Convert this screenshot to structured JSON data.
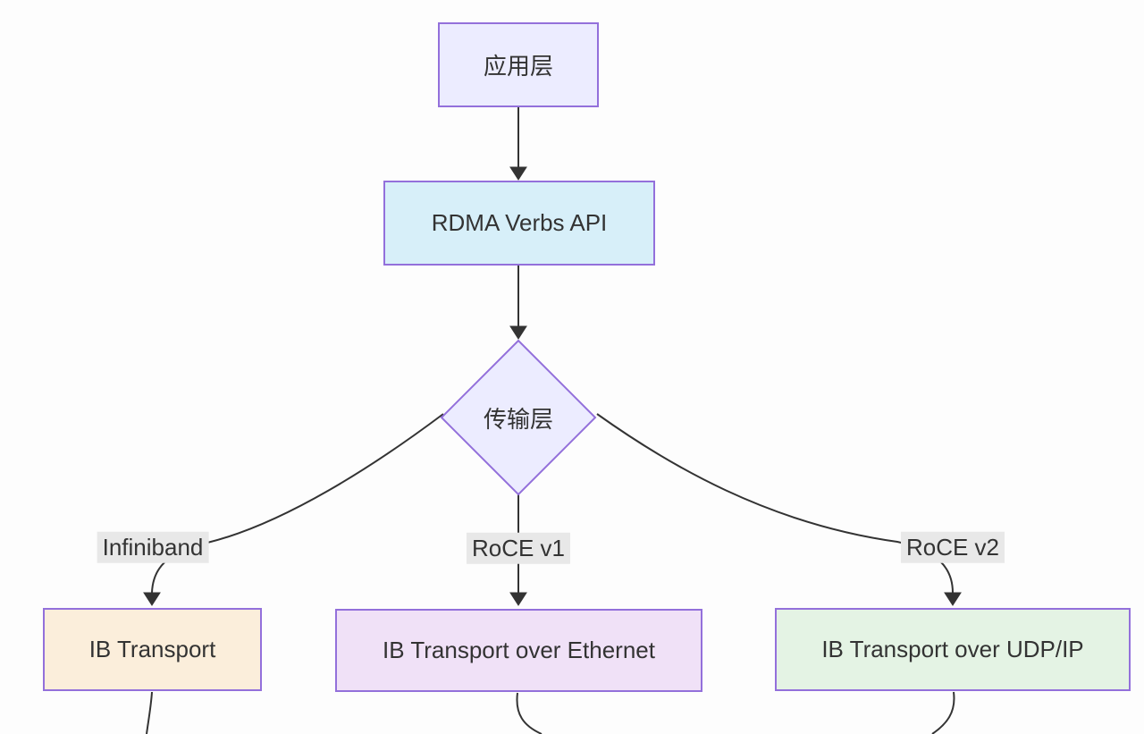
{
  "diagram": {
    "type": "flowchart",
    "direction": "top-down",
    "background": "#FDFDFD",
    "line_color": "#333333",
    "text_color": "#333333",
    "edge_label_background": "#E8E8E8",
    "node_border_color": "#9370DB",
    "nodes": {
      "app_layer": {
        "label": "应用层",
        "shape": "rectangle",
        "fill": "#ECECFF",
        "border": "#9370DB"
      },
      "verbs_api": {
        "label": "RDMA Verbs API",
        "shape": "rectangle",
        "fill": "#D7EFF9",
        "border": "#9370DB"
      },
      "transport_layer": {
        "label": "传输层",
        "shape": "diamond",
        "fill": "#ECECFF",
        "border": "#9370DB"
      },
      "ib_transport": {
        "label": "IB Transport",
        "shape": "rectangle",
        "fill": "#FBEEDB",
        "border": "#9370DB"
      },
      "ib_over_ethernet": {
        "label": "IB Transport over Ethernet",
        "shape": "rectangle",
        "fill": "#F0E1F7",
        "border": "#9370DB"
      },
      "ib_over_udp": {
        "label": "IB Transport over UDP/IP",
        "shape": "rectangle",
        "fill": "#E4F3E4",
        "border": "#9370DB"
      }
    },
    "edges": [
      {
        "from": "app_layer",
        "to": "verbs_api",
        "label": ""
      },
      {
        "from": "verbs_api",
        "to": "transport_layer",
        "label": ""
      },
      {
        "from": "transport_layer",
        "to": "ib_transport",
        "label": "Infiniband"
      },
      {
        "from": "transport_layer",
        "to": "ib_over_ethernet",
        "label": "RoCE v1"
      },
      {
        "from": "transport_layer",
        "to": "ib_over_udp",
        "label": "RoCE v2"
      },
      {
        "from": "ib_transport",
        "to": "offscreen-bottom",
        "label": ""
      },
      {
        "from": "ib_over_ethernet",
        "to": "offscreen-bottom",
        "label": ""
      },
      {
        "from": "ib_over_udp",
        "to": "offscreen-bottom",
        "label": ""
      }
    ]
  }
}
